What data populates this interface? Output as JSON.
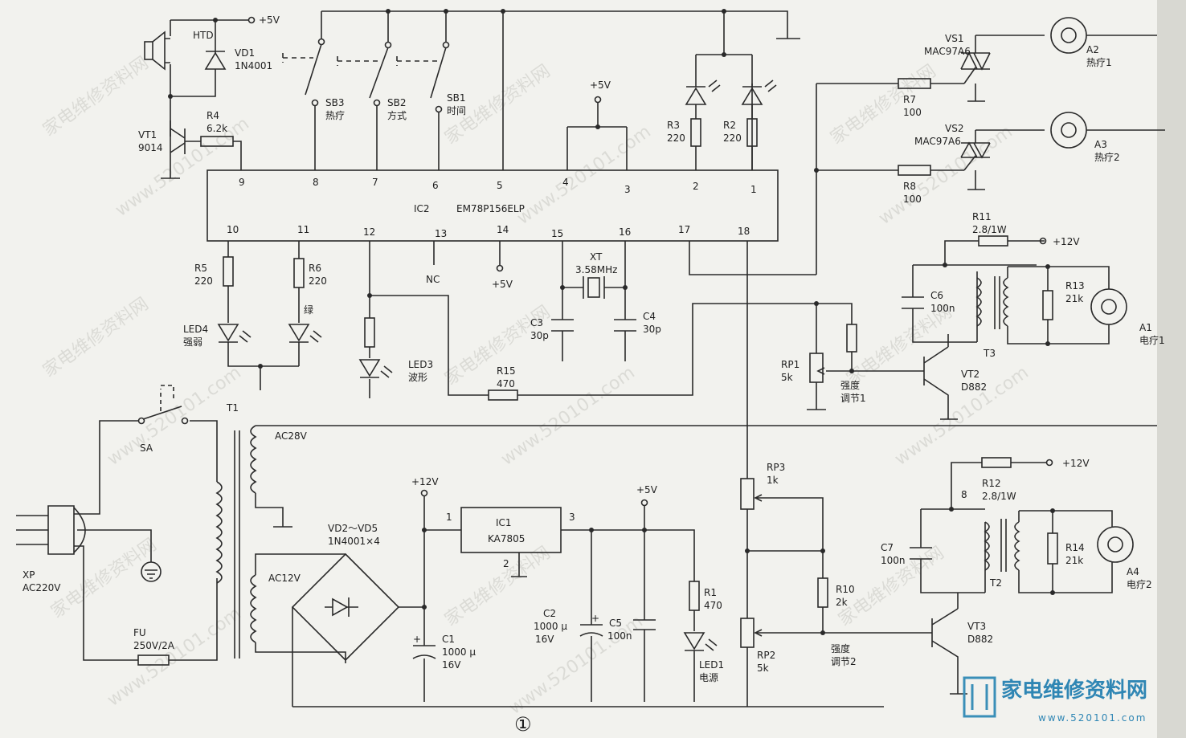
{
  "ic2": {
    "label": "IC2",
    "part": "EM78P156ELP",
    "top_pins": [
      "9",
      "8",
      "7",
      "6",
      "5",
      "4",
      "3",
      "2",
      "1"
    ],
    "bottom_pins": [
      "10",
      "11",
      "12",
      "13",
      "14",
      "15",
      "16",
      "17",
      "18"
    ]
  },
  "ic1": {
    "label": "IC1",
    "part": "KA7805",
    "pin_in": "1",
    "pin_out": "3",
    "pin_gnd": "2"
  },
  "supply": {
    "plus5": "+5V",
    "plus12": "+12V",
    "nc": "NC"
  },
  "components": {
    "htd": "HTD",
    "vd1": [
      "VD1",
      "1N4001"
    ],
    "vt1": [
      "VT1",
      "9014"
    ],
    "r4": [
      "R4",
      "6.2k"
    ],
    "sb3": [
      "SB3",
      "热疗"
    ],
    "sb2": [
      "SB2",
      "方式"
    ],
    "sb1": [
      "SB1",
      "时间"
    ],
    "r3": [
      "R3",
      "220"
    ],
    "r2": [
      "R2",
      "220"
    ],
    "vs1": [
      "VS1",
      "MAC97A6"
    ],
    "vs2": [
      "VS2",
      "MAC97A6"
    ],
    "r7": [
      "R7",
      "100"
    ],
    "r8": [
      "R8",
      "100"
    ],
    "a2": [
      "A2",
      "热疗1"
    ],
    "a3": [
      "A3",
      "热疗2"
    ],
    "r11": [
      "R11",
      "2.8/1W"
    ],
    "c6": [
      "C6",
      "100n"
    ],
    "r13": [
      "R13",
      "21k"
    ],
    "a1": [
      "A1",
      "电疗1"
    ],
    "t3": "T3",
    "vt2": [
      "VT2",
      "D882"
    ],
    "rp1": [
      "RP1",
      "5k"
    ],
    "adj1": [
      "强度",
      "调节1"
    ],
    "r5": [
      "R5",
      "220"
    ],
    "r6": [
      "R6",
      "220"
    ],
    "led4": [
      "LED4",
      "强弱"
    ],
    "green": "绿",
    "led3": [
      "LED3",
      "波形"
    ],
    "r15": [
      "R15",
      "470"
    ],
    "xt": [
      "XT",
      "3.58MHz"
    ],
    "c3": [
      "C3",
      "30p"
    ],
    "c4": [
      "C4",
      "30p"
    ],
    "t1": "T1",
    "sa": "SA",
    "ac28": "AC28V",
    "ac12": "AC12V",
    "xp": [
      "XP",
      "AC220V"
    ],
    "fu": [
      "FU",
      "250V/2A"
    ],
    "vd25": [
      "VD2～VD5",
      "1N4001×4"
    ],
    "c1": [
      "C1",
      "1000 μ",
      "16V"
    ],
    "c2": [
      "C2",
      "1000 μ",
      "16V"
    ],
    "c5": [
      "C5",
      "100n"
    ],
    "r1": [
      "R1",
      "470"
    ],
    "led1": [
      "LED1",
      "电源"
    ],
    "rp3": [
      "RP3",
      "1k"
    ],
    "rp2": [
      "RP2",
      "5k"
    ],
    "r10": [
      "R10",
      "2k"
    ],
    "adj2": [
      "强度",
      "调节2"
    ],
    "vt3": [
      "VT3",
      "D882"
    ],
    "r12": [
      "R12",
      "2.8/1W"
    ],
    "pin8": "8",
    "c7": [
      "C7",
      "100n"
    ],
    "r14": [
      "R14",
      "21k"
    ],
    "t2": "T2",
    "a4": [
      "A4",
      "电疗2"
    ]
  },
  "figure_number": "①",
  "watermarks": {
    "site": "家电维修资料网",
    "url": "www.520101.com",
    "logo_text": "家电维修资料网",
    "logo_url": "www.520101.com"
  }
}
